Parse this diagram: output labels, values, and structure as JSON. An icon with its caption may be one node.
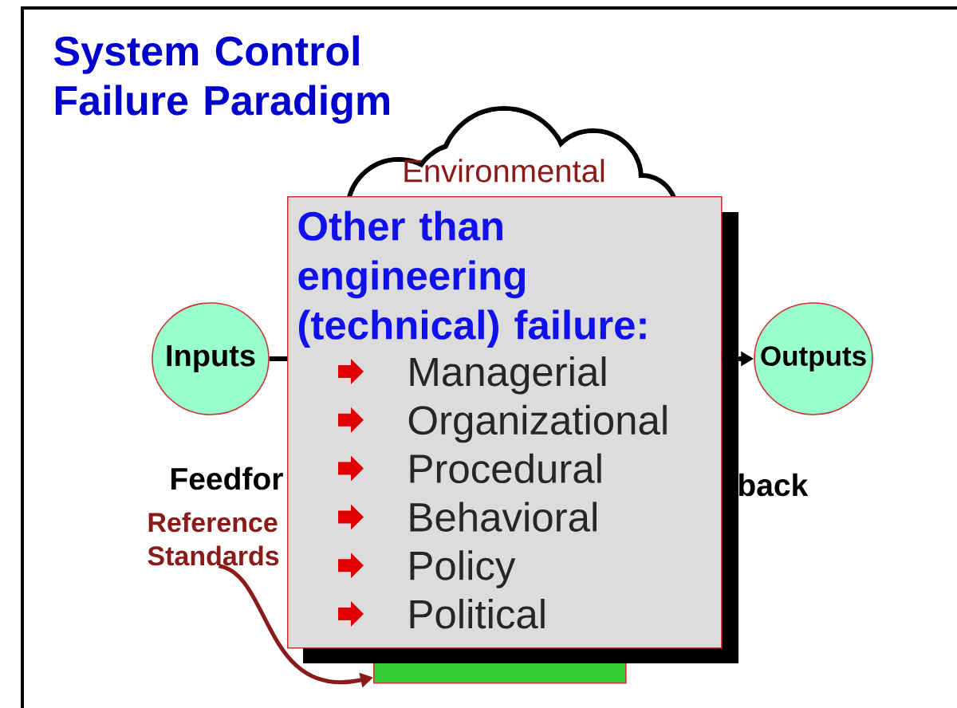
{
  "diagram": {
    "title": "System Control Failure Paradigm",
    "nodes": [
      {
        "text": [
          "Environmental"
        ]
      },
      {
        "text": [
          "Other than engineering (technical) failure:",
          "Managerial",
          "Organizational",
          "Procedural",
          "Behavioral",
          "Policy",
          "Political"
        ]
      },
      {
        "text": [
          "Inputs"
        ]
      },
      {
        "text": [
          "Outputs"
        ]
      },
      {
        "text": [
          "Reference Standards"
        ]
      },
      {
        "text": [],
        "shape": "bar"
      }
    ],
    "edges": [
      {
        "from": 2,
        "to": 1,
        "arrow": "none"
      },
      {
        "from": 1,
        "to": 3,
        "arrow": "to"
      },
      {
        "from": 4,
        "to": 5,
        "arrow": "to",
        "color": "#8b1a1a"
      }
    ],
    "labels": [
      "Feedfor",
      "back"
    ]
  }
}
